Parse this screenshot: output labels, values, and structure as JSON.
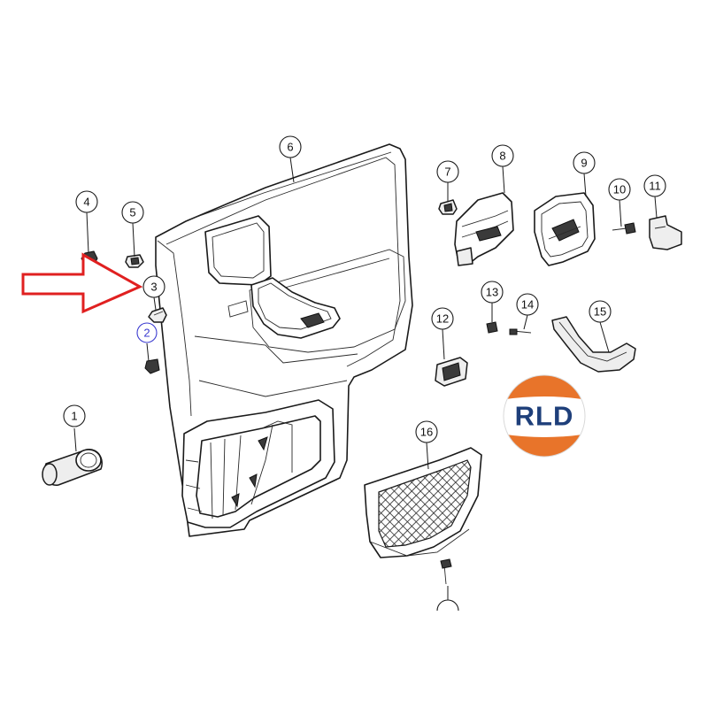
{
  "callouts": [
    {
      "id": "1",
      "label": "1"
    },
    {
      "id": "2",
      "label": "2",
      "highlighted": true
    },
    {
      "id": "3",
      "label": "3"
    },
    {
      "id": "4",
      "label": "4"
    },
    {
      "id": "5",
      "label": "5"
    },
    {
      "id": "6",
      "label": "6"
    },
    {
      "id": "7",
      "label": "7"
    },
    {
      "id": "8",
      "label": "8"
    },
    {
      "id": "9",
      "label": "9"
    },
    {
      "id": "10",
      "label": "10"
    },
    {
      "id": "11",
      "label": "11"
    },
    {
      "id": "12",
      "label": "12"
    },
    {
      "id": "13",
      "label": "13"
    },
    {
      "id": "14",
      "label": "14"
    },
    {
      "id": "15",
      "label": "15"
    },
    {
      "id": "16",
      "label": "16"
    }
  ],
  "logo": {
    "text": "RLD",
    "colors": {
      "top": "#e8742a",
      "bottom": "#e8742a",
      "band": "#ffffff",
      "text": "#1e3f7a"
    }
  },
  "pointer_arrow": {
    "color": "#e02020",
    "points_to_callout": "3"
  },
  "highlight_color": "#3b3bd0"
}
